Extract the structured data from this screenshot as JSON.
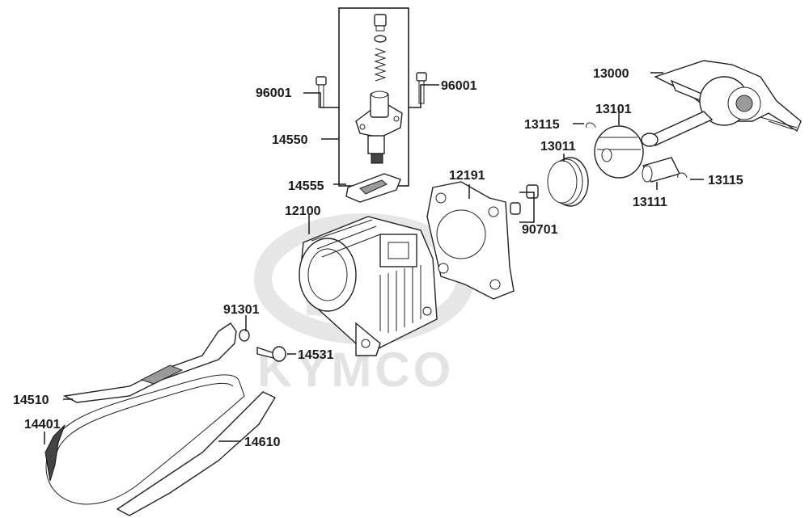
{
  "watermark": {
    "text": "KYMCO"
  },
  "callouts": {
    "p13000": "13000",
    "p13101": "13101",
    "p13115a": "13115",
    "p13115b": "13115",
    "p13011": "13011",
    "p13111": "13111",
    "p12191": "12191",
    "p90701": "90701",
    "p14555": "14555",
    "p12100": "12100",
    "p96001a": "96001",
    "p96001b": "96001",
    "p14550": "14550",
    "p91301": "91301",
    "p14531": "14531",
    "p14510": "14510",
    "p14401": "14401",
    "p14610": "14610"
  }
}
